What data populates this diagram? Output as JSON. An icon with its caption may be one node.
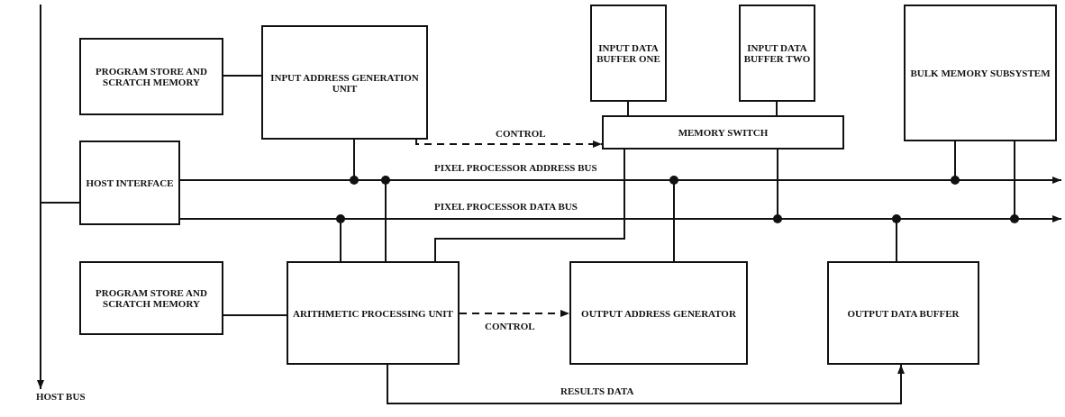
{
  "diagram": {
    "nodes": [
      {
        "text": [
          "PROGRAM STORE AND SCRATCH MEMORY"
        ]
      },
      {
        "text": [
          "INPUT ADDRESS GENERATION UNIT"
        ]
      },
      {
        "text": [
          "INPUT DATA BUFFER ONE"
        ]
      },
      {
        "text": [
          "INPUT DATA BUFFER TWO"
        ]
      },
      {
        "text": [
          "BULK MEMORY SUBSYSTEM"
        ]
      },
      {
        "text": [
          "MEMORY SWITCH"
        ]
      },
      {
        "text": [
          "HOST INTERFACE"
        ]
      },
      {
        "text": [
          "PROGRAM STORE AND SCRATCH MEMORY"
        ]
      },
      {
        "text": [
          "ARITHMETIC PROCESSING UNIT"
        ]
      },
      {
        "text": [
          "OUTPUT ADDRESS GENERATOR"
        ]
      },
      {
        "text": [
          "OUTPUT DATA BUFFER"
        ]
      },
      {
        "text": [
          "HOST BUS"
        ]
      }
    ],
    "edges": [
      {
        "from": 0,
        "to": 1,
        "arrow": "none"
      },
      {
        "from": 1,
        "to": 5,
        "arrow": "to",
        "label": "CONTROL",
        "style": "dashed"
      },
      {
        "from": 2,
        "to": 5,
        "arrow": "none"
      },
      {
        "from": 3,
        "to": 5,
        "arrow": "none"
      },
      {
        "from": 6,
        "to": null,
        "arrow": "to",
        "label": "PIXEL PROCESSOR ADDRESS BUS"
      },
      {
        "from": 6,
        "to": null,
        "arrow": "to",
        "label": "PIXEL PROCESSOR DATA BUS"
      },
      {
        "from": 1,
        "to": null,
        "arrow": "other"
      },
      {
        "from": 8,
        "to": null,
        "arrow": "other"
      },
      {
        "from": 8,
        "to": null,
        "arrow": "other"
      },
      {
        "from": 5,
        "to": 8,
        "arrow": "none"
      },
      {
        "from": 9,
        "to": null,
        "arrow": "other"
      },
      {
        "from": 5,
        "to": null,
        "arrow": "other"
      },
      {
        "from": 10,
        "to": null,
        "arrow": "other"
      },
      {
        "from": 4,
        "to": null,
        "arrow": "other"
      },
      {
        "from": 4,
        "to": null,
        "arrow": "other"
      },
      {
        "from": 7,
        "to": 8,
        "arrow": "none"
      },
      {
        "from": 8,
        "to": 9,
        "arrow": "to",
        "label": "CONTROL",
        "style": "dashed"
      },
      {
        "from": 8,
        "to": 10,
        "arrow": "to",
        "label": "RESULTS DATA"
      },
      {
        "from": null,
        "to": 11,
        "arrow": "to"
      },
      {
        "from": 6,
        "to": null,
        "arrow": "none"
      }
    ]
  }
}
